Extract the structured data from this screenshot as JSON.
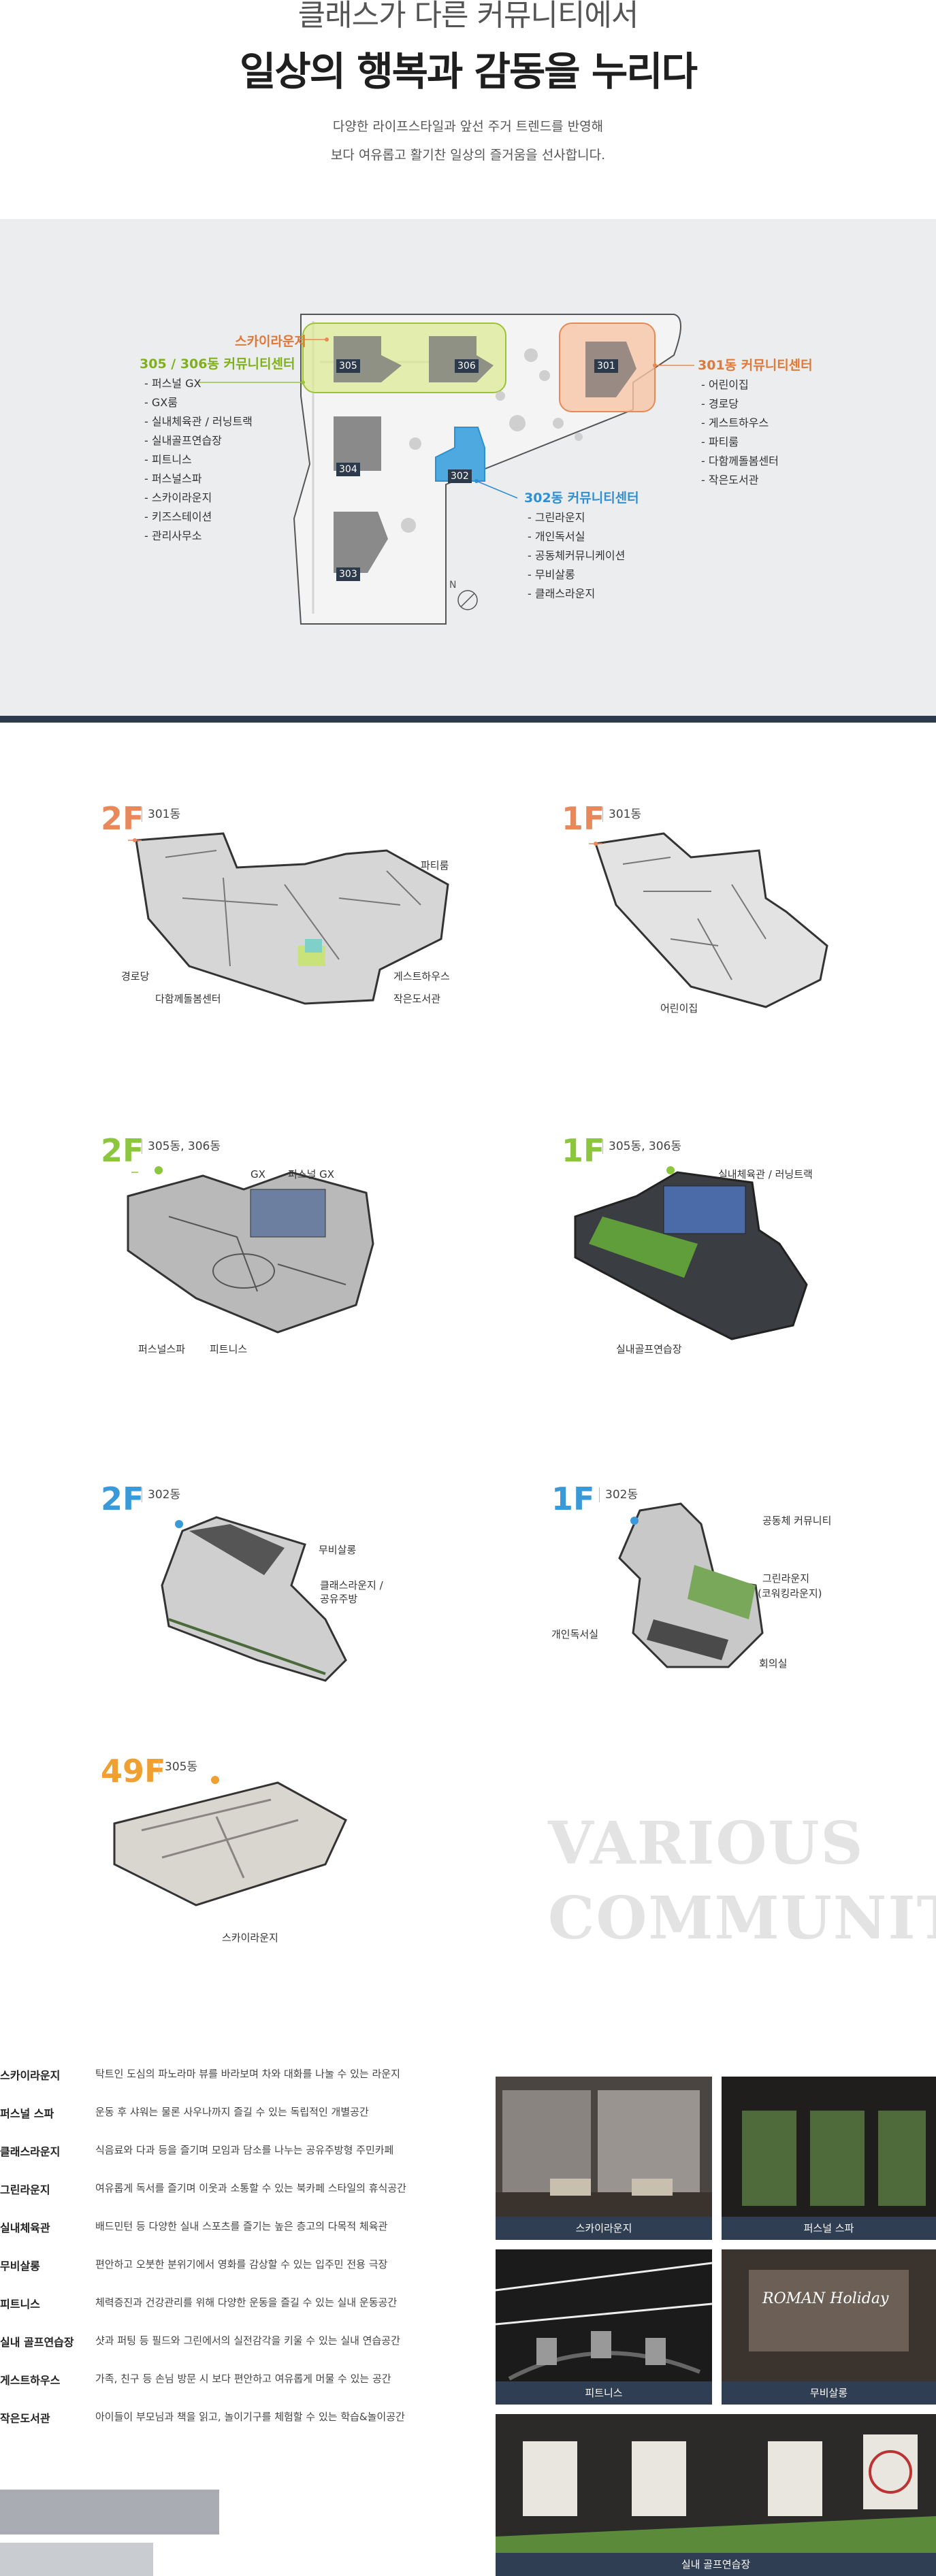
{
  "hero": {
    "subtitle": "클래스가 다른 커뮤니티에서",
    "title": "일상의 행복과 감동을 누리다",
    "desc_line1": "다양한 라이프스타일과 앞선 주거 트렌드를 반영해",
    "desc_line2": "보다 여유롭고 활기찬 일상의 즐거움을 선사합니다."
  },
  "sitemap": {
    "skylounge_label": "스카이라운지",
    "green_center": {
      "title": "305 / 306동 커뮤니티센터",
      "items": [
        "- 퍼스널 GX",
        "- GX룸",
        "- 실내체육관 / 러닝트랙",
        "- 실내골프연습장",
        "- 피트니스",
        "- 퍼스널스파",
        "- 스카이라운지",
        "- 키즈스테이션",
        "- 관리사무소"
      ]
    },
    "orange_center": {
      "title": "301동 커뮤니티센터",
      "items": [
        "- 어린이집",
        "- 경로당",
        "- 게스트하우스",
        "- 파티룸",
        "- 다함께돌봄센터",
        "- 작은도서관"
      ]
    },
    "blue_center": {
      "title": "302동 커뮤니티센터",
      "items": [
        "- 그린라운지",
        "- 개인독서실",
        "- 공동체커뮤니케이션",
        "- 무비살롱",
        "- 클래스라운지"
      ]
    },
    "buildings": [
      "305",
      "306",
      "301",
      "304",
      "302",
      "303"
    ],
    "compass": "N"
  },
  "floors": [
    {
      "floor": "2F",
      "dong": "301동",
      "color": "#e8895c",
      "labels": [
        "파티룸",
        "경로당",
        "다함께돌봄센터",
        "게스트하우스",
        "작은도서관"
      ]
    },
    {
      "floor": "1F",
      "dong": "301동",
      "color": "#e8895c",
      "labels": [
        "어린이집"
      ]
    },
    {
      "floor": "2F",
      "dong": "305동, 306동",
      "color": "#8cc63e",
      "labels": [
        "GX",
        "퍼스널 GX",
        "퍼스널스파",
        "피트니스"
      ]
    },
    {
      "floor": "1F",
      "dong": "305동, 306동",
      "color": "#8cc63e",
      "labels": [
        "실내체육관 / 러닝트랙",
        "실내골프연습장"
      ]
    },
    {
      "floor": "2F",
      "dong": "302동",
      "color": "#3a9ad8",
      "labels": [
        "무비살롱",
        "클래스라운지 /",
        "공유주방"
      ]
    },
    {
      "floor": "1F",
      "dong": "302동",
      "color": "#3a9ad8",
      "labels": [
        "공동체 커뮤니티",
        "그린라운지",
        "(코워킹라운지)",
        "개인독서실",
        "회의실"
      ]
    },
    {
      "floor": "49F",
      "dong": "305동",
      "color": "#f0a030",
      "labels": [
        "스카이라운지"
      ]
    }
  ],
  "various": {
    "line1": "VARIOUS",
    "line2": "COMMUNITY"
  },
  "facilities": [
    {
      "name": "스카이라운지",
      "desc": "탁트인 도심의 파노라마 뷰를 바라보며 차와 대화를 나눌 수 있는 라운지"
    },
    {
      "name": "퍼스널 스파",
      "desc": "운동 후 샤워는 물론 사우나까지 즐길 수 있는 독립적인 개별공간"
    },
    {
      "name": "클래스라운지",
      "desc": "식음료와 다과 등을 즐기며 모임과 담소를 나누는 공유주방형 주민카페"
    },
    {
      "name": "그린라운지",
      "desc": "여유롭게 독서를 즐기며 이웃과 소통할 수 있는 북카페 스타일의 휴식공간"
    },
    {
      "name": "실내체육관",
      "desc": "배드민턴 등 다양한 실내 스포츠를 즐기는 높은 층고의 다목적 체육관"
    },
    {
      "name": "무비살롱",
      "desc": "편안하고 오붓한 분위기에서 영화를 감상할 수 있는 입주민 전용 극장"
    },
    {
      "name": "피트니스",
      "desc": "체력증진과 건강관리를 위해 다양한 운동을 즐길 수 있는 실내 운동공간"
    },
    {
      "name": "실내 골프연습장",
      "desc": "샷과 퍼팅 등 필드와 그린에서의 실전감각을 키울 수 있는 실내 연습공간"
    },
    {
      "name": "게스트하우스",
      "desc": "가족, 친구 등 손님 방문 시 보다 편안하고 여유롭게 머물 수 있는 공간"
    },
    {
      "name": "작은도서관",
      "desc": "아이들이 부모님과 책을 읽고, 놀이기구를 체험할 수 있는 학습&놀이공간"
    }
  ],
  "photos": [
    {
      "caption": "스카이라운지"
    },
    {
      "caption": "퍼스널 스파"
    },
    {
      "caption": "피트니스"
    },
    {
      "caption": "무비살롱",
      "sign": "ROMAN Holiday"
    },
    {
      "caption": "실내 골프연습장"
    }
  ]
}
